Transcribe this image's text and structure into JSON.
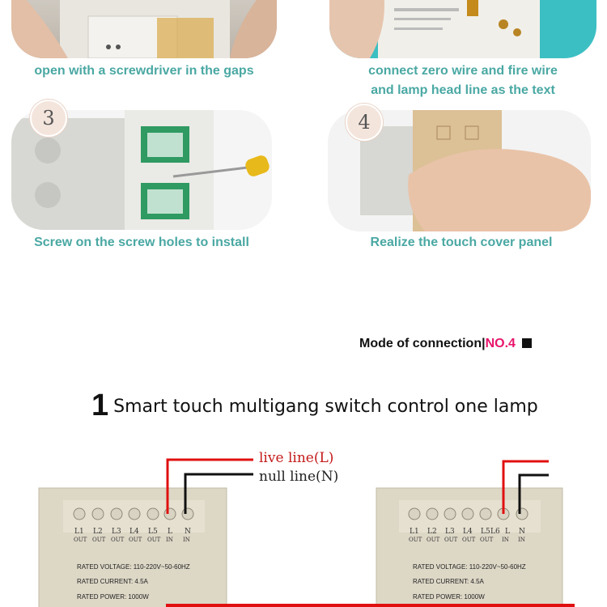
{
  "steps": [
    {
      "caption": "open with a screwdriver in the gaps"
    },
    {
      "caption_line1": "connect zero wire and fire wire",
      "caption_line2": "and lamp head line as the text"
    },
    {
      "number": "3",
      "caption": "Screw on the screw holes to install"
    },
    {
      "number": "4",
      "caption": "Realize the touch cover panel"
    }
  ],
  "mode": {
    "label": "Mode of connection",
    "separator": "|",
    "number": "NO.4"
  },
  "diagram": {
    "number": "1",
    "title": "Smart touch multigang switch control one lamp",
    "live_label": "live line(L)",
    "null_label": "null line(N)",
    "terminals": [
      "L1",
      "L2",
      "L3",
      "L4",
      "L5",
      "L",
      "N"
    ],
    "terminals_right": [
      "L1",
      "L2",
      "L3",
      "L4",
      "L5",
      "L6",
      "L",
      "N"
    ],
    "terminal_sub_out": "OUT",
    "terminal_sub_in": "IN",
    "rated_voltage": "RATED VOLTAGE:  110-220V~50-60HZ",
    "rated_current": "RATED CURRENT:  4.5A",
    "rated_power": "RATED POWER:  1000W",
    "colors": {
      "live": "#e01010",
      "null": "#111111",
      "panel": "#ddd7c6",
      "accent": "#e8156c",
      "caption": "#4aa8a3"
    }
  }
}
